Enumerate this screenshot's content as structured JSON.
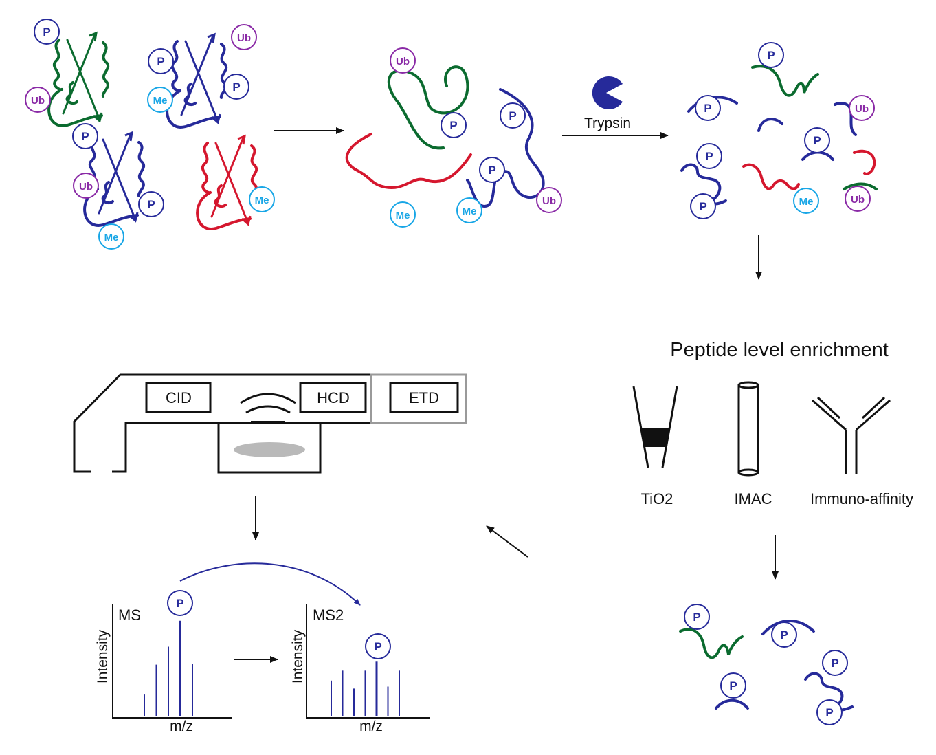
{
  "colors": {
    "green": "#0b6b2f",
    "blue": "#262a9a",
    "red": "#d5172e",
    "phospho": "#262a9a",
    "ubiquitin": "#8a2aa6",
    "methyl": "#18a6e6",
    "black": "#111111",
    "gray": "#9a9a9a",
    "lens": "#b9b9b9"
  },
  "badges": {
    "phospho": "P",
    "ubiquitin": "Ub",
    "methyl": "Me"
  },
  "labels": {
    "enzyme": "Trypsin",
    "enrichment_title": "Peptide level enrichment",
    "method_tio2": "TiO2",
    "method_imac": "IMAC",
    "method_immuno": "Immuno-affinity",
    "cell_cid": "CID",
    "cell_hcd": "HCD",
    "cell_etd": "ETD",
    "ms_label": "MS",
    "ms2_label": "MS2",
    "axis_y": "Intensity",
    "axis_x": "m/z"
  },
  "spectra": {
    "ms": [
      0.22,
      0.52,
      0.7,
      0.96,
      0.53
    ],
    "ms2": [
      0.36,
      0.46,
      0.28,
      0.46,
      0.55,
      0.3,
      0.46
    ]
  }
}
